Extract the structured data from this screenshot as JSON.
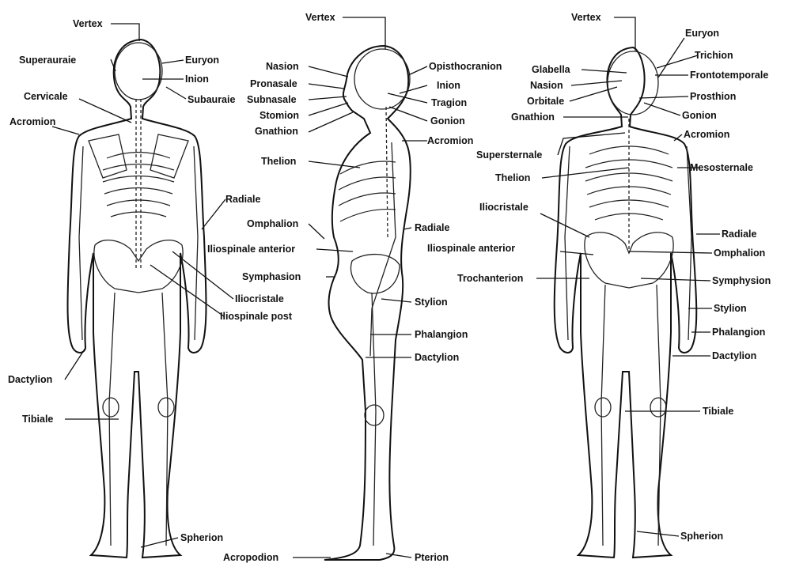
{
  "labels": {
    "vertex": "Vertex",
    "superaurale": "Superauraie",
    "euryon": "Euryon",
    "inion": "Inion",
    "subaurale": "Subauraie",
    "cervicale": "Cervicale",
    "acromion": "Acromion",
    "radiale": "Radiale",
    "iliocristale": "Iliocristale",
    "iliospinale_post": "Iliospinale post",
    "dactylion": "Dactylion",
    "tibiale": "Tibiale",
    "spherion": "Spherion",
    "nasion": "Nasion",
    "pronasale": "Pronasale",
    "subnasale": "Subnasale",
    "stomion": "Stomion",
    "gnathion": "Gnathion",
    "opisthocranion": "Opisthocranion",
    "tragion": "Tragion",
    "gonion": "Gonion",
    "thelion": "Thelion",
    "omphalion": "Omphalion",
    "iliospinale_anterior": "Iliospinale anterior",
    "symphasion": "Symphasion",
    "stylion": "Stylion",
    "phalangion": "Phalangion",
    "acropodion": "Acropodion",
    "pterion": "Pterion",
    "trichion": "Trichion",
    "glabella": "Glabella",
    "frontotemporale": "Frontotemporale",
    "orbitale": "Orbitale",
    "prosthion": "Prosthion",
    "supersternale": "Supersternale",
    "mesosternale": "Mesosternale",
    "trochanterion": "Trochanterion",
    "symphysion": "Symphysion"
  }
}
